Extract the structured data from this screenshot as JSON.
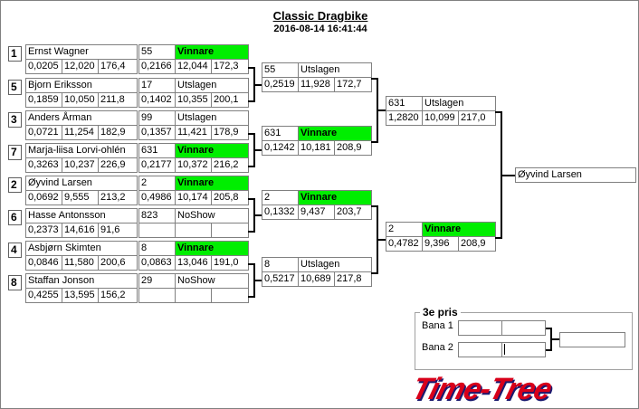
{
  "header": {
    "title": "Classic Dragbike",
    "timestamp": "2016-08-14 16:41:44"
  },
  "round1": [
    {
      "seed": "1",
      "name": "Ernst Wagner",
      "rt": "0,0205",
      "et": "12,020",
      "speed": "176,4",
      "lane": "55",
      "status": "Vinnare",
      "r_rt": "0,2166",
      "r_et": "12,044",
      "r_speed": "172,3"
    },
    {
      "seed": "5",
      "name": "Bjorn Eriksson",
      "rt": "0,1859",
      "et": "10,050",
      "speed": "211,8",
      "lane": "17",
      "status": "Utslagen",
      "r_rt": "0,1402",
      "r_et": "10,355",
      "r_speed": "200,1"
    },
    {
      "seed": "3",
      "name": "Anders Årman",
      "rt": "0,0721",
      "et": "11,254",
      "speed": "182,9",
      "lane": "99",
      "status": "Utslagen",
      "r_rt": "0,1357",
      "r_et": "11,421",
      "r_speed": "178,9"
    },
    {
      "seed": "7",
      "name": "Marja-liisa Lorvi-ohlén",
      "rt": "0,3263",
      "et": "10,237",
      "speed": "226,9",
      "lane": "631",
      "status": "Vinnare",
      "r_rt": "0,2177",
      "r_et": "10,372",
      "r_speed": "216,2"
    },
    {
      "seed": "2",
      "name": "Øyvind Larsen",
      "rt": "0,0692",
      "et": "9,555",
      "speed": "213,2",
      "lane": "2",
      "status": "Vinnare",
      "r_rt": "0,4986",
      "r_et": "10,174",
      "r_speed": "205,8"
    },
    {
      "seed": "6",
      "name": "Hasse Antonsson",
      "rt": "0,2373",
      "et": "14,616",
      "speed": "91,6",
      "lane": "823",
      "status": "NoShow",
      "r_rt": "",
      "r_et": "",
      "r_speed": ""
    },
    {
      "seed": "4",
      "name": "Asbjørn Skimten",
      "rt": "0,0846",
      "et": "11,580",
      "speed": "200,6",
      "lane": "8",
      "status": "Vinnare",
      "r_rt": "0,0863",
      "r_et": "13,046",
      "r_speed": "191,0"
    },
    {
      "seed": "8",
      "name": "Staffan Jonson",
      "rt": "0,4255",
      "et": "13,595",
      "speed": "156,2",
      "lane": "29",
      "status": "NoShow",
      "r_rt": "",
      "r_et": "",
      "r_speed": ""
    }
  ],
  "round2": [
    {
      "lane": "55",
      "status": "Utslagen",
      "rt": "0,2519",
      "et": "11,928",
      "speed": "172,7"
    },
    {
      "lane": "631",
      "status": "Vinnare",
      "rt": "0,1242",
      "et": "10,181",
      "speed": "208,9"
    },
    {
      "lane": "2",
      "status": "Vinnare",
      "rt": "0,1332",
      "et": "9,437",
      "speed": "203,7"
    },
    {
      "lane": "8",
      "status": "Utslagen",
      "rt": "0,5217",
      "et": "10,689",
      "speed": "217,8"
    }
  ],
  "round3": [
    {
      "lane": "631",
      "status": "Utslagen",
      "rt": "1,2820",
      "et": "10,099",
      "speed": "217,0"
    },
    {
      "lane": "2",
      "status": "Vinnare",
      "rt": "0,4782",
      "et": "9,396",
      "speed": "208,9"
    }
  ],
  "final": {
    "winner": "Øyvind Larsen"
  },
  "third_prize": {
    "title": "3e pris",
    "lane1_label": "Bana 1",
    "lane2_label": "Bana 2"
  },
  "logo": "Time-Tree",
  "colors": {
    "winner": "#00ee00",
    "logo": "#d8001a"
  }
}
